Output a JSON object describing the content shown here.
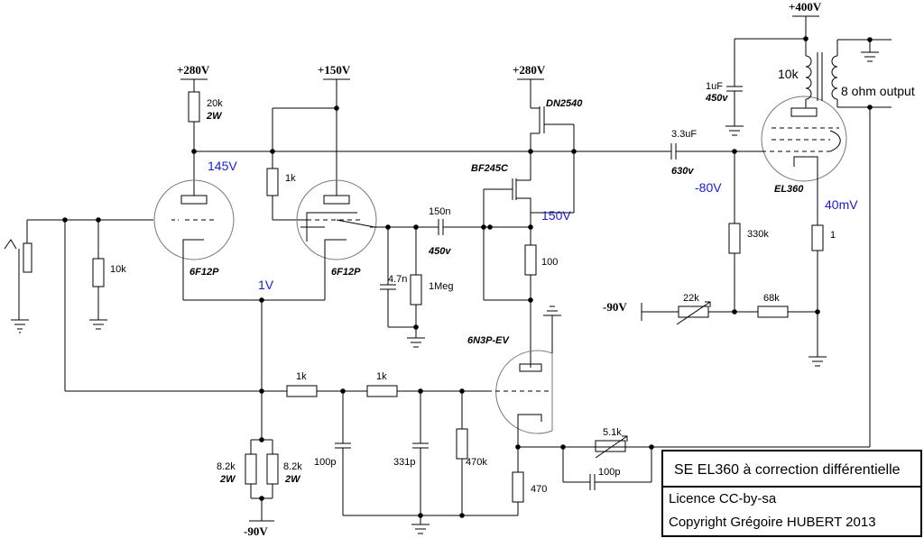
{
  "rails": {
    "rail_280_left": "+280V",
    "rail_150": "+150V",
    "rail_280_mid": "+280V",
    "rail_400": "+400V",
    "neg90_left": "-90V",
    "neg90_bottom": "-90V"
  },
  "components": {
    "r_20k": "20k",
    "r_20k_w": "2W",
    "r_1k_top": "1k",
    "r_10k": "10k",
    "r_1meg": "1Meg",
    "c_4n7": "4.7n",
    "c_150n": "150n",
    "c_150n_v": "450v",
    "r_100": "100",
    "r_1k_a": "1k",
    "r_1k_b": "1k",
    "c_100p": "100p",
    "c_331p": "331p",
    "r_470k": "470k",
    "r_470": "470",
    "r_82k_a": "8.2k",
    "r_82k_a_w": "2W",
    "r_82k_b": "8.2k",
    "r_82k_b_w": "2W",
    "pot_51k": "5.1k",
    "c_100p_fb": "100p",
    "pot_22k": "22k",
    "r_68k": "68k",
    "r_330k": "330k",
    "r_1": "1",
    "c_33u": "3.3uF",
    "c_33u_v": "630v",
    "c_1u": "1uF",
    "c_1u_v": "450v",
    "xfmr_10k": "10k",
    "xfmr_out": "8 ohm output"
  },
  "devices": {
    "tube1": "6F12P",
    "tube2": "6F12P",
    "tube3": "6N3P-EV",
    "tube4": "EL360",
    "mosfet": "DN2540",
    "jfet": "BF245C"
  },
  "voltages": {
    "v145": "145V",
    "v1": "1V",
    "v150": "150V",
    "vneg80": "-80V",
    "v40m": "40mV"
  },
  "title_block": {
    "title": "SE EL360 à correction différentielle",
    "license": "Licence CC-by-sa",
    "copyright": "Copyright Grégoire HUBERT 2013"
  }
}
